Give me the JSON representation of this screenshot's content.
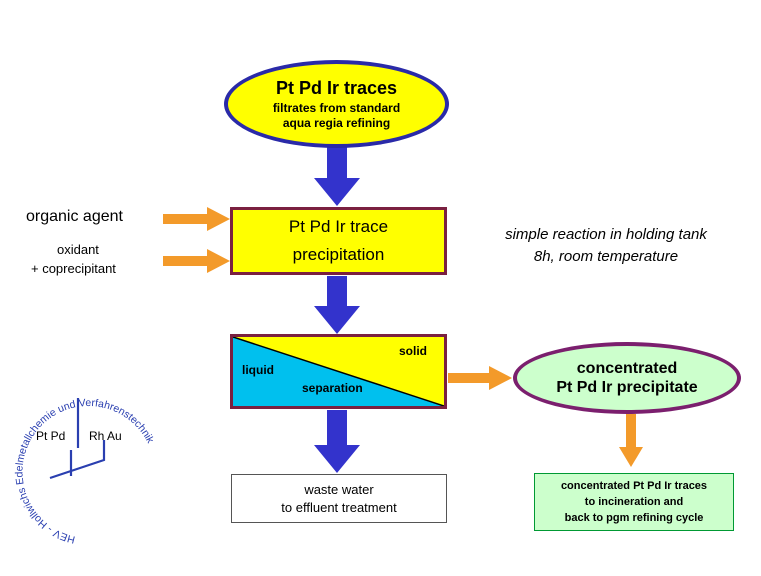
{
  "colors": {
    "flow_arrow": "#3333cc",
    "input_arrow": "#f39a2a",
    "yellow": "#ffff00",
    "cyan": "#00c0ee",
    "purple": "#7b1f6e",
    "maroon": "#7a2040",
    "output_green": "#ccffcc",
    "output_border": "#009933",
    "logo_blue": "#2a3fb0"
  },
  "nodes": {
    "start": {
      "title": "Pt Pd Ir traces",
      "line1": "filtrates from standard",
      "line2": "aqua regia refining"
    },
    "precipitation": {
      "line1": "Pt Pd Ir trace",
      "line2": "precipitation"
    },
    "separation": {
      "solid": "solid",
      "liquid": "liquid",
      "label": "separation"
    },
    "concentrate": {
      "line1": "concentrated",
      "line2": "Pt Pd Ir precipitate"
    },
    "waste": {
      "line1": "waste water",
      "line2": "to effluent treatment"
    },
    "recycle": {
      "line1": "concentrated Pt Pd Ir traces",
      "line2": "to incineration and",
      "line3": "back to pgm refining cycle"
    }
  },
  "inputs": {
    "organic": "organic agent",
    "oxidant_line1": "oxidant",
    "oxidant_line2": "+ coprecipitant"
  },
  "note": {
    "line1": "simple reaction in holding tank",
    "line2": "8h, room temperature"
  },
  "logo": {
    "ring_text": "HEV - Hollwichs Edelmetallchemie und Verfahrenstechnik",
    "left_metals": "Pt Pd",
    "right_metals": "Rh Au"
  }
}
